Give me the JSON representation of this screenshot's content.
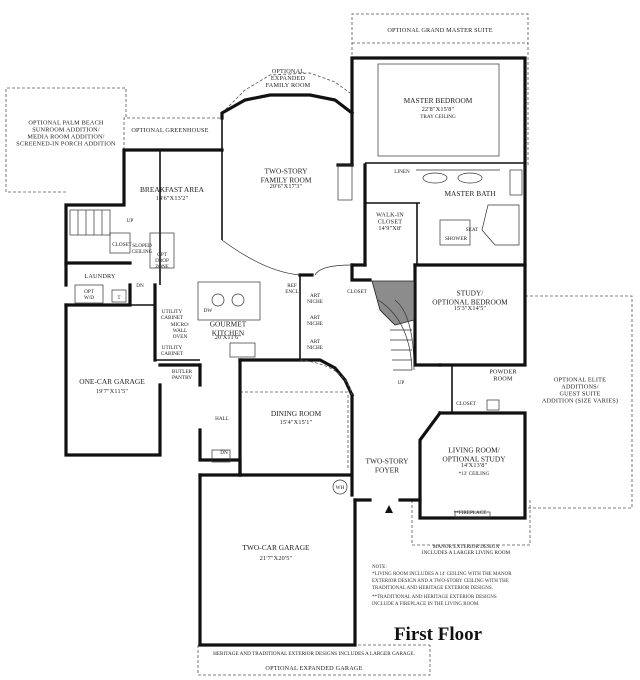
{
  "title": "First Floor",
  "rooms": {
    "optional_grand_master_suite": "OPTIONAL GRAND MASTER SUITE",
    "master_bedroom": {
      "name": "MASTER BEDROOM",
      "size": "22'8\"X15'8\"",
      "note": "TRAY CEILING"
    },
    "master_bath": "MASTER BATH",
    "linen": "LINEN",
    "seat": "SEAT",
    "shower": "SHOWER",
    "walk_in_closet": {
      "name": "WALK-IN CLOSET",
      "size": "14'9\"X8'"
    },
    "optional_expanded_family_room": "OPTIONAL EXPANDED FAMILY ROOM",
    "two_story_family_room": {
      "name": "TWO-STORY FAMILY ROOM",
      "size": "20'6\"X17'3\""
    },
    "optional_greenhouse": "OPTIONAL GREENHOUSE",
    "optional_palm_beach": "OPTIONAL PALM BEACH SUNROOM ADDITION/ MEDIA ROOM ADDITION/ SCREENED-IN PORCH ADDITION",
    "breakfast_area": {
      "name": "BREAKFAST AREA",
      "size": "14'6\"X13'2\""
    },
    "up_stair": "UP",
    "closet": "CLOSET",
    "sloped_ceiling": "SLOPED CEILING",
    "opt_drop_zone": "OPT DROP ZONE",
    "laundry": "LAUNDRY",
    "opt_wd": "OPT W/D",
    "dn": "DN",
    "t": "T",
    "dw": "DW",
    "utility_cabinet": "UTILITY CABINET",
    "micro_wall_oven": "MICRO/ WALL OVEN",
    "gourmet_kitchen": {
      "name": "GOURMET KITCHEN",
      "size": "20'X11'6\""
    },
    "ref_encl": "REF ENCL",
    "art_niche": "ART NICHE",
    "butler_pantry": "BUTLER PANTRY",
    "one_car_garage": {
      "name": "ONE-CAR GARAGE",
      "size": "19'7\"X11'5\""
    },
    "hall": "HALL",
    "dining_room": {
      "name": "DINING ROOM",
      "size": "15'4\"X15'1\""
    },
    "two_story_foyer": "TWO-STORY FOYER",
    "wh": "WH",
    "study": {
      "name": "STUDY/ OPTIONAL BEDROOM",
      "size": "15'3\"X14'5\""
    },
    "powder_room": "POWDER ROOM",
    "optional_elite": "OPTIONAL ELITE ADDITIONS/ GUEST SUITE ADDITION (SIZE VARIES)",
    "living_room": {
      "name": "LIVING ROOM/ OPTIONAL STUDY",
      "size": "14'X13'8\"",
      "note": "*13' CEILING"
    },
    "fireplace": "**FIREPLACE",
    "two_car_garage": {
      "name": "TWO-CAR GARAGE",
      "size": "21'7\"X20'5\""
    },
    "optional_expanded_garage": "OPTIONAL EXPANDED GARAGE",
    "heritage_note": "HERITAGE AND TRADITIONAL EXTERIOR DESIGNS INCLUDES A LARGER GARAGE.",
    "manor_note": "MANOR EXTERIOR DESIGN INCLUDES A LARGER LIVING ROOM"
  },
  "notes": {
    "heading": "NOTE:",
    "line1": "*LIVING ROOM INCLUDES A 14' CEILING WITH THE MANOR",
    "line2": "EXTERIOR DESIGN AND A TWO-STORY CEILING WITH THE",
    "line3": "TRADITIONAL AND HERITAGE EXTERIOR DESIGNS.",
    "line4": "**TRADITIONAL AND HERITAGE EXTERIOR DESIGNS",
    "line5": "INCLUDE A FIREPLACE IN THE LIVING ROOM."
  }
}
